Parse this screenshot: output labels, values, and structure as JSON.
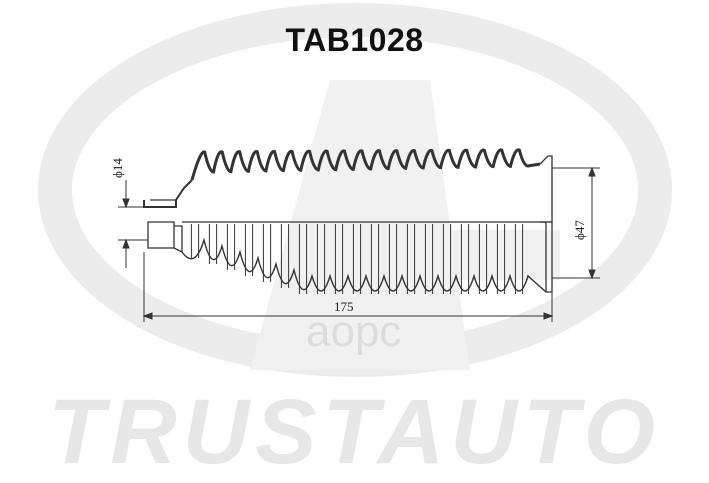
{
  "part_number": "TAB1028",
  "dimensions": {
    "small_diameter": "ϕ14",
    "large_diameter": "ϕ47",
    "length": "175"
  },
  "watermark": {
    "brand": "TRUSTAUTO",
    "site": "аорс"
  },
  "colors": {
    "drawing_line": "#333333",
    "watermark_gray": "#e7e7e7"
  }
}
